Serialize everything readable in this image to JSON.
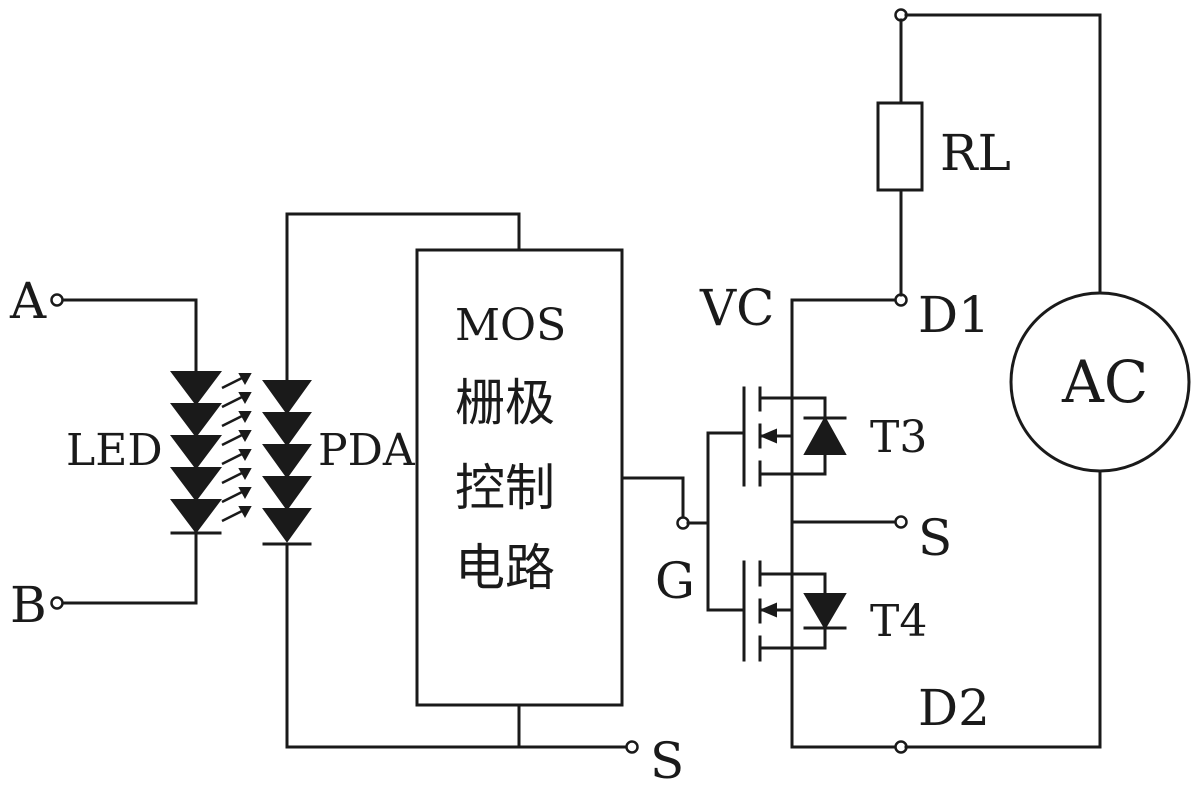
{
  "labels": {
    "terminal_a": "A",
    "terminal_b": "B",
    "led": "LED",
    "pda": "PDA",
    "mos_block_line1": "MOS",
    "mos_block_line2": "栅极",
    "mos_block_line3": "控制",
    "mos_block_line4": "电路",
    "gate": "G",
    "vc": "VC",
    "drain1": "D1",
    "drain2": "D2",
    "source_mid": "S",
    "source_bottom": "S",
    "transistor_t3": "T3",
    "transistor_t4": "T4",
    "load_resistor": "RL",
    "ac_source": "AC"
  }
}
